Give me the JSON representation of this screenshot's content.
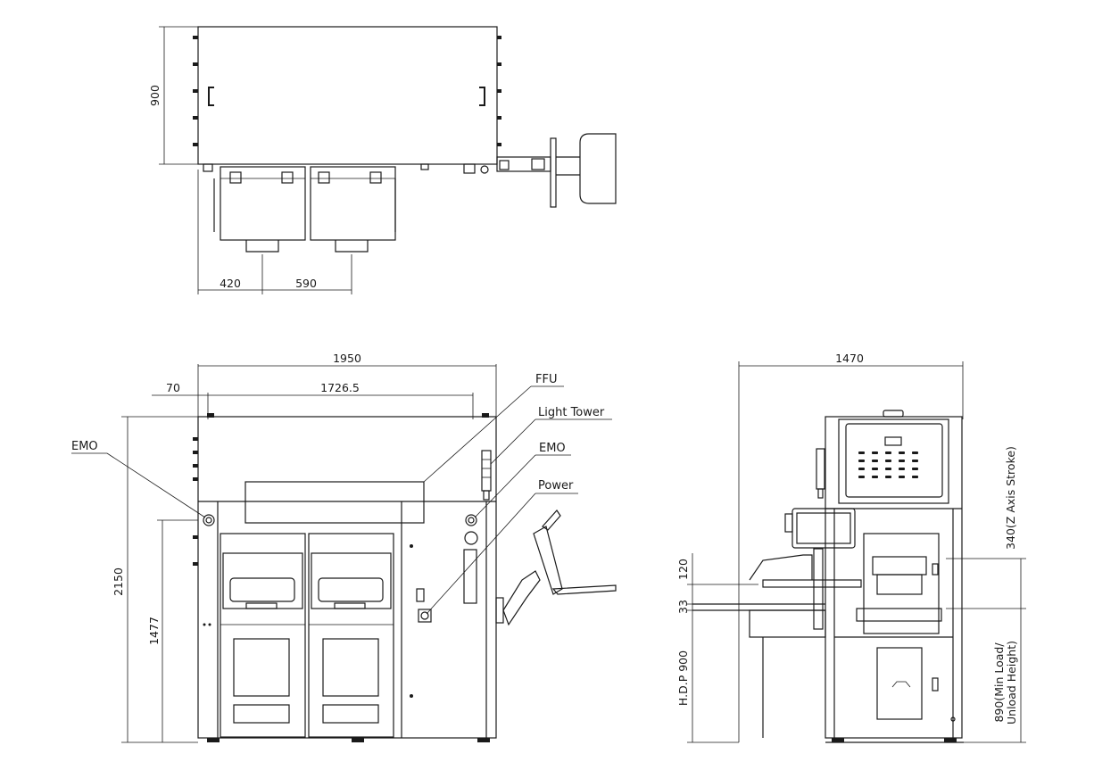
{
  "top_view": {
    "dims": {
      "depth": "900",
      "width_a": "420",
      "width_b": "590"
    }
  },
  "front_view": {
    "dims": {
      "total_width": "1950",
      "offset": "70",
      "inner_width": "1726.5",
      "height": "2150",
      "work_height": "1477"
    },
    "callouts": {
      "ffu": "FFU",
      "light_tower": "Light Tower",
      "emo_right": "EMO",
      "power": "Power",
      "emo_left": "EMO"
    }
  },
  "side_view": {
    "dims": {
      "total_width": "1470",
      "dim_120": "120",
      "dim_33": "33",
      "hdp": "H.D.P 900",
      "z_stroke": "340(Z Axis Stroke)",
      "load_height_line1": "890(Min Load/",
      "load_height_line2": "Unload Height)"
    }
  }
}
